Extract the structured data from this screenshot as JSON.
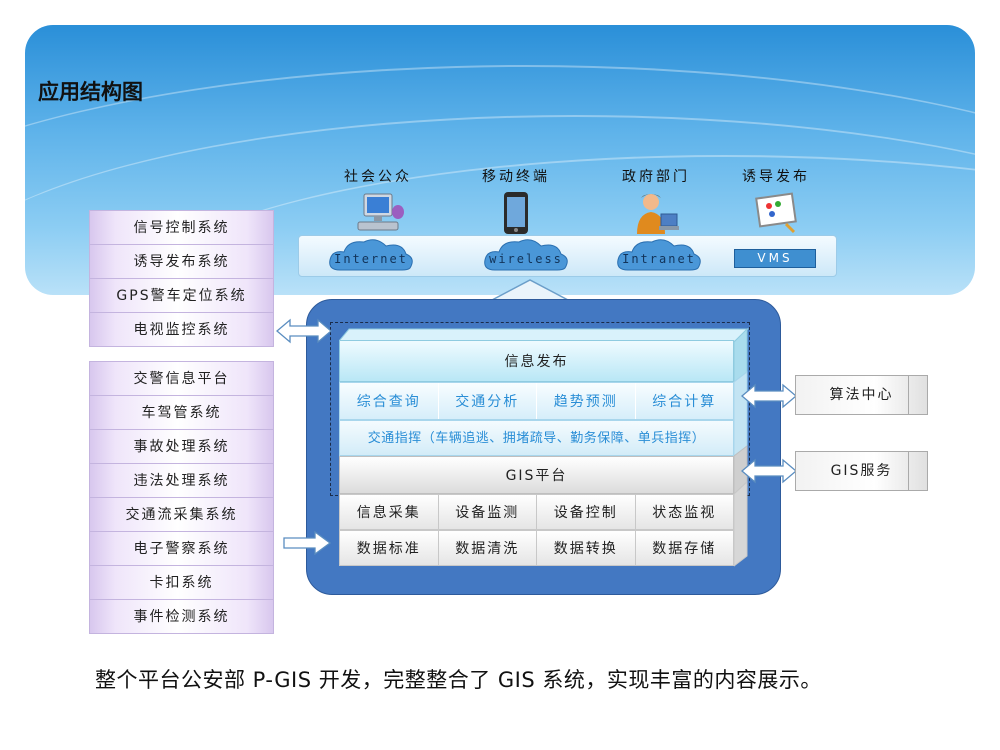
{
  "page_title": "应用结构图",
  "terminals": [
    {
      "label": "社会公众",
      "icon": "computer-user-icon"
    },
    {
      "label": "移动终端",
      "icon": "mobile-phone-icon"
    },
    {
      "label": "政府部门",
      "icon": "office-worker-icon"
    },
    {
      "label": "诱导发布",
      "icon": "whiteboard-icon"
    }
  ],
  "networks": [
    "Internet",
    "wireless",
    "Intranet",
    "VMS"
  ],
  "left_systems_top": [
    "信号控制系统",
    "诱导发布系统",
    "GPS警车定位系统",
    "电视监控系统"
  ],
  "left_systems_bottom": [
    "交警信息平台",
    "车驾管系统",
    "事故处理系统",
    "违法处理系统",
    "交通流采集系统",
    "电子警察系统",
    "卡扣系统",
    "事件检测系统"
  ],
  "platform": {
    "info_publish": "信息发布",
    "query_row": [
      "综合查询",
      "交通分析",
      "趋势预测",
      "综合计算"
    ],
    "command": "交通指挥（车辆追逃、拥堵疏导、勤务保障、单兵指挥）",
    "gis_platform": "GIS平台",
    "collect_row": [
      "信息采集",
      "设备监测",
      "设备控制",
      "状态监视"
    ],
    "data_row": [
      "数据标准",
      "数据清洗",
      "数据转换",
      "数据存储"
    ]
  },
  "external": [
    "算法中心",
    "GIS服务"
  ],
  "caption": "整个平台公安部 P-GIS 开发，完整整合了 GIS 系统，实现丰富的内容展示。",
  "colors": {
    "banner": "#5fb3ea",
    "core": "#4378c2",
    "side_item": "#d8c7ee",
    "accent_text": "#2a8ed6"
  }
}
